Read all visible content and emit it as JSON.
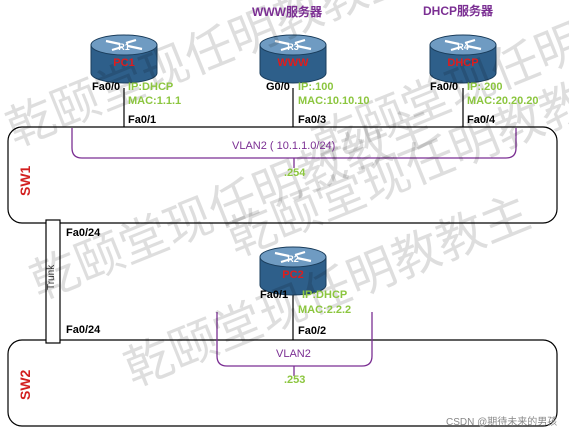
{
  "watermark_lines": [
    "乾颐堂现任明教教主",
    "乾颐堂现任明教教主",
    "乾颐堂现任明教教主",
    "乾颐堂现任明教教主安全CCIE",
    "乾颐堂现任明教教主安全CCIE"
  ],
  "colors": {
    "port_text": "#000000",
    "ip_mac_text": "#8cc63f",
    "vlan_text": "#7b2f93",
    "switch_label": "#d21f1f",
    "device_label": "#e01c1c",
    "router_body": "#2e5f8a"
  },
  "routers": {
    "r1": {
      "id": "R1",
      "name": "PC1",
      "title": "",
      "port": "Fa0/0",
      "ip": "IP:DHCP",
      "mac": "MAC:1.1.1",
      "switch_port": "Fa0/1"
    },
    "r3": {
      "id": "R3",
      "name": "WWW",
      "title": "WWW服务器",
      "port": "G0/0",
      "ip": "IP:.100",
      "mac": "MAC:10.10.10",
      "switch_port": "Fa0/3"
    },
    "r4": {
      "id": "R4",
      "name": "DHCP",
      "title": "DHCP服务器",
      "port": "Fa0/0",
      "ip": "IP:.200",
      "mac": "MAC:20.20.20",
      "switch_port": "Fa0/4"
    },
    "r2": {
      "id": "R2",
      "name": "PC2",
      "title": "",
      "port": "Fa0/1",
      "ip": "IP:DHCP",
      "mac": "MAC:2.2.2",
      "switch_port": "Fa0/2"
    }
  },
  "sw1": {
    "name": "SW1",
    "vlan": "VLAN2 ( 10.1.1.0/24)",
    "svi": ".254",
    "trunk_port": "Fa0/24"
  },
  "sw2": {
    "name": "SW2",
    "vlan": "VLAN2",
    "svi": ".253",
    "trunk_port": "Fa0/24"
  },
  "trunk": {
    "label": "Trunk"
  },
  "footer": "CSDN @期待未来的男孩"
}
